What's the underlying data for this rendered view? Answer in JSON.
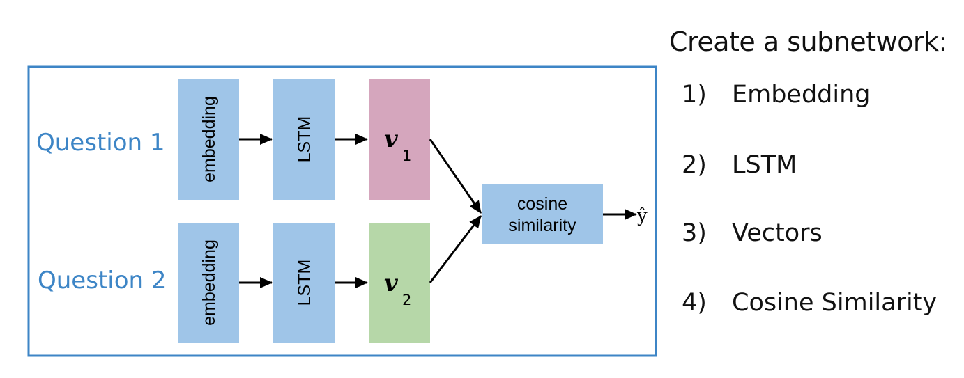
{
  "diagram": {
    "questions": [
      "Question 1",
      "Question 2"
    ],
    "embedding_label": "embedding",
    "lstm_label": "LSTM",
    "vectors": [
      {
        "symbol": "v",
        "subscript": "1",
        "color": "#d5a6bd"
      },
      {
        "symbol": "v",
        "subscript": "2",
        "color": "#b6d7a8"
      }
    ],
    "cosine_label": [
      "cosine",
      "similarity"
    ],
    "output_label": "ŷ",
    "colors": {
      "frame": "#3d85c6",
      "question_text": "#3d85c6",
      "layer_box": "#9fc5e8",
      "arrow": "#000000"
    }
  },
  "steps": {
    "title": "Create a subnetwork:",
    "items": [
      {
        "num": "1)",
        "text": "Embedding"
      },
      {
        "num": "2)",
        "text": "LSTM"
      },
      {
        "num": "3)",
        "text": "Vectors"
      },
      {
        "num": "4)",
        "text": "Cosine Similarity"
      }
    ]
  }
}
